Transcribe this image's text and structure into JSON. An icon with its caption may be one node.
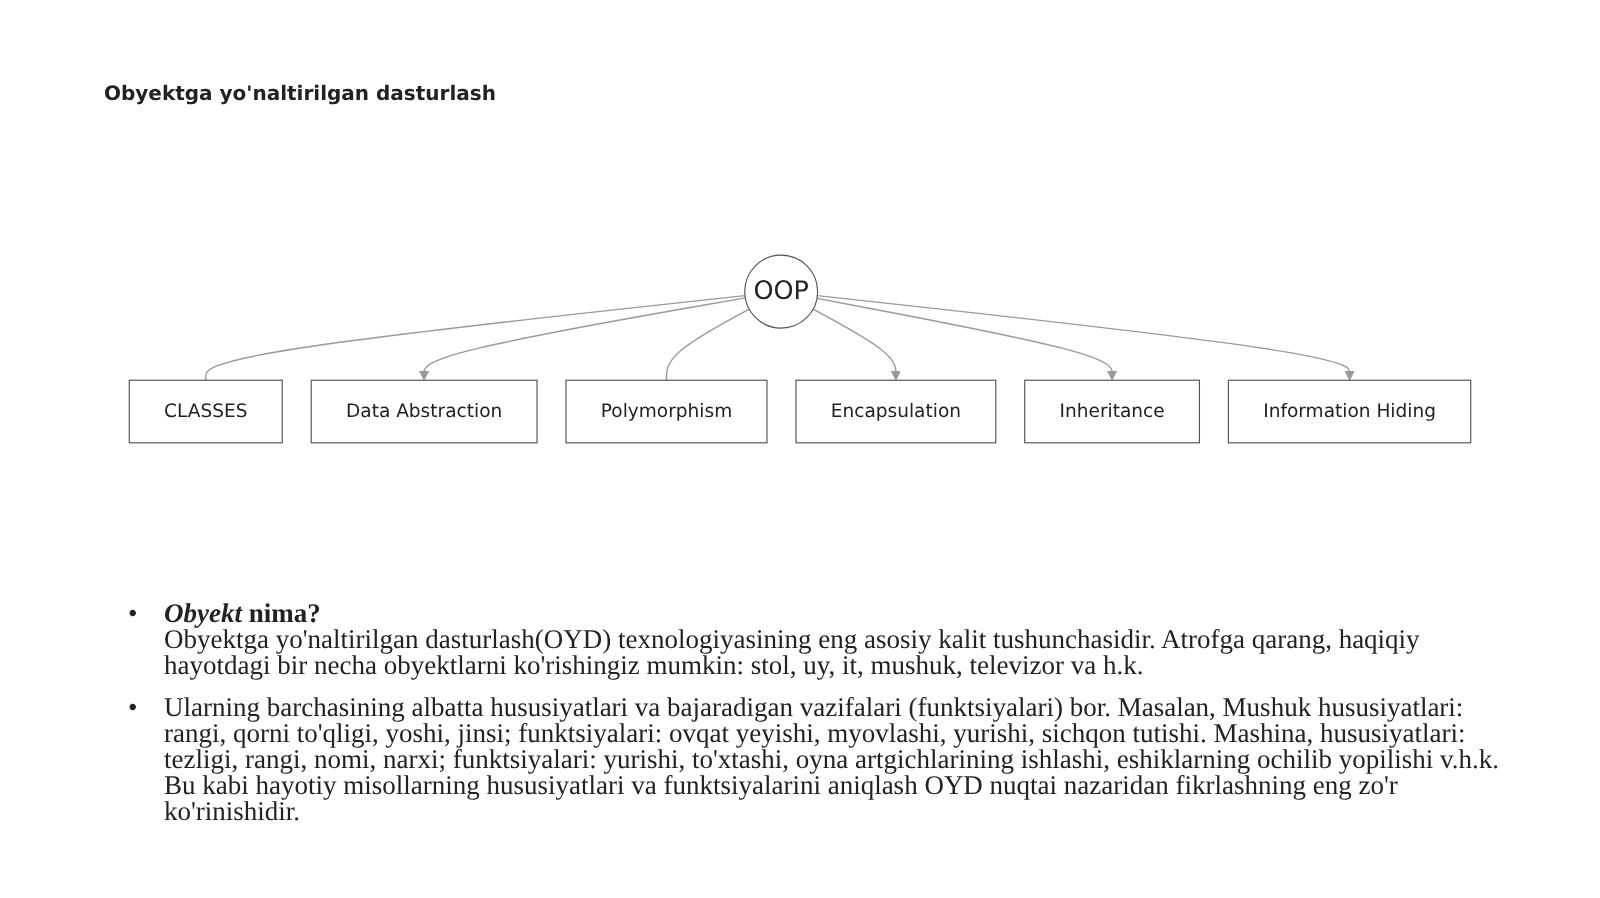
{
  "diagram": {
    "title": "Obyektga yo'naltirilgan dasturlash",
    "nodes": [
      {
        "text": [
          "CLASSES"
        ]
      },
      {
        "text": [
          "Data Abstraction"
        ]
      },
      {
        "text": [
          "Polymorphism"
        ]
      },
      {
        "text": [
          "OOP"
        ]
      },
      {
        "text": [
          "Encapsulation"
        ]
      },
      {
        "text": [
          "Inheritance"
        ]
      },
      {
        "text": [
          "Information Hiding"
        ]
      }
    ],
    "edges": [
      {
        "from": 3,
        "to": 0,
        "arrow": "none"
      },
      {
        "from": 3,
        "to": 1,
        "arrow": "to"
      },
      {
        "from": 3,
        "to": 2,
        "arrow": "none"
      },
      {
        "from": 3,
        "to": 4,
        "arrow": "to"
      },
      {
        "from": 3,
        "to": 5,
        "arrow": "to"
      },
      {
        "from": 3,
        "to": 6,
        "arrow": "to"
      }
    ],
    "labels": [
      "•",
      "*Obyekt* nima?",
      "Obyektga yo'naltirilgan dasturlash(OYD) texnologiyasining eng asosiy kalit tushunchasidir. Atrofga qarang, haqiqiy hayotdagi bir necha obyektlarni ko'rishingiz mumkin: stol, uy, it, mushuk, televizor va h.k.",
      "•",
      "Ularning barchasining albatta hususiyatlari va bajaradigan vazifalari (funktsiyalari) bor. Masalan, Mushuk hususiyatlari: rangi, qorni to'qligi, yoshi, jinsi; funktsiyalari: ovqat yeyishi, myovlashi, yurishi, sichqon tutishi. Mashina, hususiyatlari: tezligi, rangi, nomi, narxi; funktsiyalari: yurishi, to'xtashi, oyna artgichlarining ishlashi, eshiklarning ochilib yopilishi v.h.k. Bu kabi hayotiy misollarning hususiyatlari va funktsiyalarini aniqlash OYD nuqtai nazaridan fikrlashning eng zo'r ko'rinishidir."
    ]
  }
}
